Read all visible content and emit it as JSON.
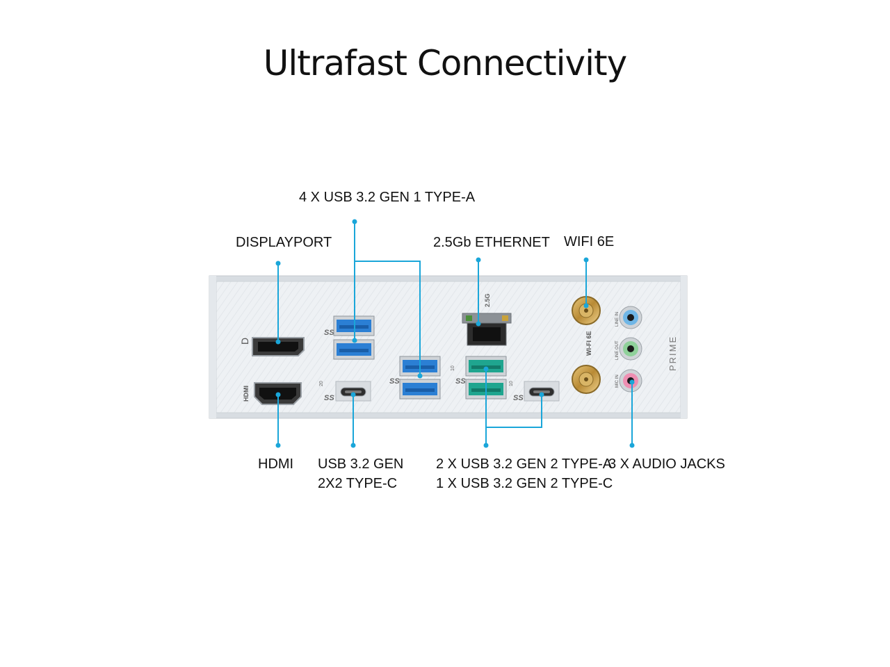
{
  "title": "Ultrafast Connectivity",
  "accent_color": "#1aa6d9",
  "labels": {
    "usb32gen1": "4 X USB 3.2 GEN 1 TYPE-A",
    "displayport": "DISPLAYPORT",
    "ethernet": "2.5Gb ETHERNET",
    "wifi": "WIFI 6E",
    "hdmi": "HDMI",
    "usb_2x2": [
      "USB 3.2 GEN",
      "2X2 TYPE-C"
    ],
    "usb_gen2": [
      "2 X USB 3.2 GEN 2 TYPE-A",
      "1 X USB 3.2 GEN 2 TYPE-C"
    ],
    "audio": "3 X AUDIO JACKS"
  },
  "panel": {
    "brand": "PRIME",
    "hdmi_text": "HDMI",
    "lan_speed": "2.5G",
    "wifi_text": "WI-FI 6E",
    "usb_logo": "SS",
    "usb_gen_20": "20",
    "usb_gen_10": "10",
    "audio_jacks": [
      {
        "label": "LINE IN",
        "color": "#6fb6e6"
      },
      {
        "label": "LINE OUT",
        "color": "#8fd19a"
      },
      {
        "label": "MIC IN",
        "color": "#ee8fb2"
      }
    ],
    "port_colors": {
      "usb_gen1": "#2b7fd4",
      "usb_gen2": "#1fa58f",
      "antenna": "#c49a4a"
    }
  }
}
